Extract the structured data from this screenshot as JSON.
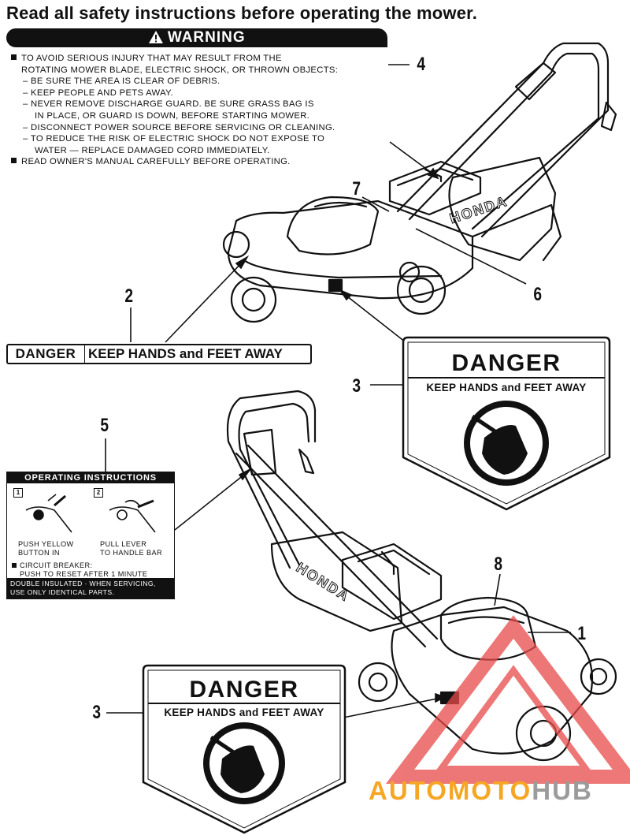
{
  "header": {
    "title": "Read all safety instructions before operating the mower."
  },
  "warning": {
    "label": "WARNING",
    "lines": [
      "TO AVOID SERIOUS INJURY THAT MAY RESULT FROM THE",
      "ROTATING MOWER BLADE, ELECTRIC SHOCK, OR THROWN OBJECTS:",
      "– BE SURE THE AREA IS CLEAR OF DEBRIS.",
      "– KEEP PEOPLE AND PETS AWAY.",
      "– NEVER REMOVE DISCHARGE GUARD. BE SURE GRASS BAG IS",
      "IN PLACE, OR GUARD IS DOWN, BEFORE STARTING MOWER.",
      "– DISCONNECT POWER SOURCE BEFORE SERVICING OR CLEANING.",
      "– TO REDUCE THE RISK OF ELECTRIC SHOCK DO NOT EXPOSE TO",
      "WATER — REPLACE DAMAGED CORD IMMEDIATELY.",
      "READ OWNER'S MANUAL CAREFULLY BEFORE OPERATING."
    ]
  },
  "callouts": {
    "c1": "1",
    "c2": "2",
    "c3a": "3",
    "c3b": "3",
    "c4": "4",
    "c5": "5",
    "c6": "6",
    "c7": "7",
    "c8": "8"
  },
  "danger_strip": {
    "danger": "DANGER",
    "text": "KEEP HANDS and FEET AWAY"
  },
  "danger_label": {
    "title": "DANGER",
    "subtitle": "KEEP HANDS and FEET AWAY"
  },
  "mower_brand": "HONDA",
  "operating": {
    "title": "OPERATING INSTRUCTIONS",
    "step1_num": "1",
    "step2_num": "2",
    "step1_l1": "PUSH YELLOW",
    "step1_l2": "BUTTON IN",
    "step2_l1": "PULL LEVER",
    "step2_l2": "TO HANDLE BAR",
    "breaker_l1": "CIRCUIT BREAKER:",
    "breaker_l2": "PUSH TO RESET AFTER 1 MINUTE",
    "footer_l1": "DOUBLE INSULATED · WHEN SERVICING,",
    "footer_l2": "USE ONLY IDENTICAL PARTS."
  },
  "watermark": {
    "part1": "AUTO",
    "part2": "MOTO",
    "part3": "HUB",
    "color_orange": "#f5a623",
    "color_gray": "#9b9b9b",
    "color_red": "#e84a4a"
  }
}
